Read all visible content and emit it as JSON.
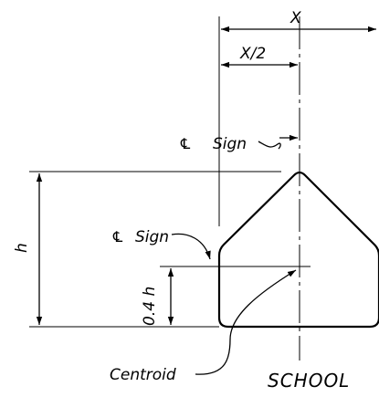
{
  "labels": {
    "dim_x": "X",
    "dim_x_half": "X/2",
    "dim_h": "h",
    "dim_04h": "0.4 h",
    "centerline_symbol": "℄",
    "sign_word": "Sign",
    "centroid": "Centroid",
    "sign_legend": "SCHOOL"
  }
}
